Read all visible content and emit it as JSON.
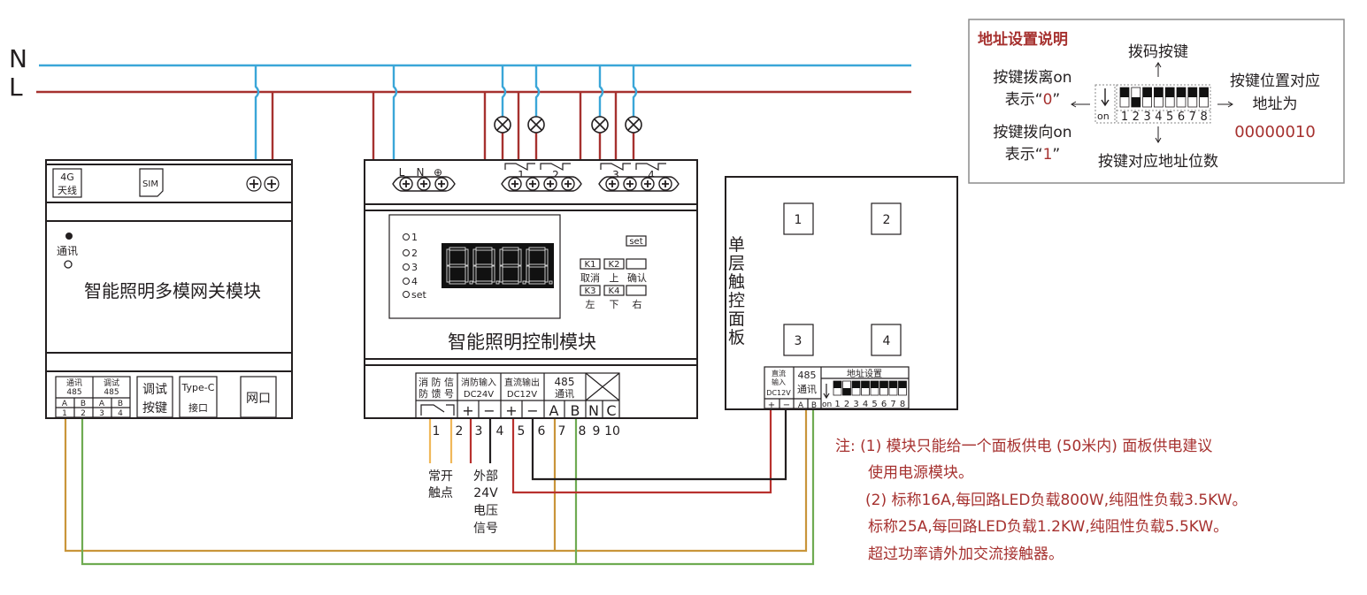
{
  "bus": {
    "n_label": "N",
    "l_label": "L",
    "n_color": "#3aa6d8",
    "l_color": "#a6312f"
  },
  "gateway": {
    "title": "智能照明多模网关模块",
    "antenna": [
      "4G",
      "天线"
    ],
    "sim": "SIM",
    "comm_label": "通讯",
    "ports": {
      "comm485": [
        "通讯",
        "485"
      ],
      "debug485": [
        "调试",
        "485"
      ],
      "ab": [
        "A",
        "B",
        "A",
        "B"
      ],
      "nums": [
        "1",
        "2",
        "3",
        "4"
      ],
      "debug_key": [
        "调试",
        "按键"
      ],
      "typec": [
        "Type-C",
        "接口"
      ],
      "net": "网口"
    }
  },
  "controller": {
    "title": "智能照明控制模块",
    "power_terms": [
      "L",
      "N",
      "⊕"
    ],
    "relays": [
      "1",
      "2",
      "3",
      "4"
    ],
    "leds": [
      "1",
      "2",
      "3",
      "4",
      "set"
    ],
    "display": "8.8.8.8.",
    "keys": {
      "set": "set",
      "k1": "K1",
      "k2": "K2",
      "k3": "K3",
      "k4": "K4",
      "k1_label": "取消",
      "k2_label": "上",
      "confirm_label": "确认",
      "k3_label": "左",
      "k4_label": "下",
      "right_label": "右"
    },
    "bottom": {
      "fire_feedback": [
        "消 防 信",
        "防 馈 号"
      ],
      "fire_input": [
        "消防输入",
        "DC24V"
      ],
      "dc_out": [
        "直流输出",
        "DC12V"
      ],
      "comm": [
        "485",
        "通讯"
      ],
      "signs": [
        "+",
        "−",
        "+",
        "−",
        "A",
        "B",
        "N",
        "C"
      ],
      "terminals": [
        "1",
        "2",
        "3",
        "4",
        "5",
        "6",
        "7",
        "8",
        "9",
        "10"
      ]
    },
    "notes": {
      "no_contact": [
        "常开",
        "触点"
      ],
      "ext_signal": [
        "外部",
        "24V",
        "电压",
        "信号"
      ]
    }
  },
  "panel": {
    "title": "单层触控面板",
    "buttons": [
      "1",
      "2",
      "3",
      "4"
    ],
    "dc_in": [
      "直流",
      "输入",
      "DC12V"
    ],
    "comm": [
      "485",
      "通讯"
    ],
    "addr_title": "地址设置",
    "terms": [
      "+",
      "−",
      "A",
      "B"
    ],
    "dip_on": "on",
    "dip_nums": [
      "1",
      "2",
      "3",
      "4",
      "5",
      "6",
      "7",
      "8"
    ],
    "dip_state": [
      0,
      1,
      0,
      0,
      0,
      0,
      0,
      0
    ]
  },
  "legend": {
    "title": "地址设置说明",
    "dip_key": "拨码按键",
    "off_line1": "按键拨离on",
    "off_line2_pre": "表示“",
    "off_value": "0",
    "off_line2_post": "”",
    "on_line1": "按键拨向on",
    "on_line2_pre": "表示“",
    "on_value": "1",
    "on_line2_post": "”",
    "pos_line1": "按键位置对应",
    "pos_line2": "地址为",
    "address": "00000010",
    "bit_label": "按键对应地址位数",
    "dip_on": "on",
    "dip_nums": [
      "1",
      "2",
      "3",
      "4",
      "5",
      "6",
      "7",
      "8"
    ],
    "dip_state": [
      0,
      1,
      0,
      0,
      0,
      0,
      0,
      0
    ],
    "accent": "#a6312f"
  },
  "notes": {
    "lines": [
      "注: (1) 模块只能给一个面板供电 (50米内) 面板供电建议",
      "使用电源模块。",
      "(2) 标称16A,每回路LED负载800W,纯阻性负载3.5KW。",
      "标称25A,每回路LED负载1.2KW,纯阻性负载5.5KW。",
      "超过功率请外加交流接触器。"
    ],
    "color": "#a6312f"
  }
}
